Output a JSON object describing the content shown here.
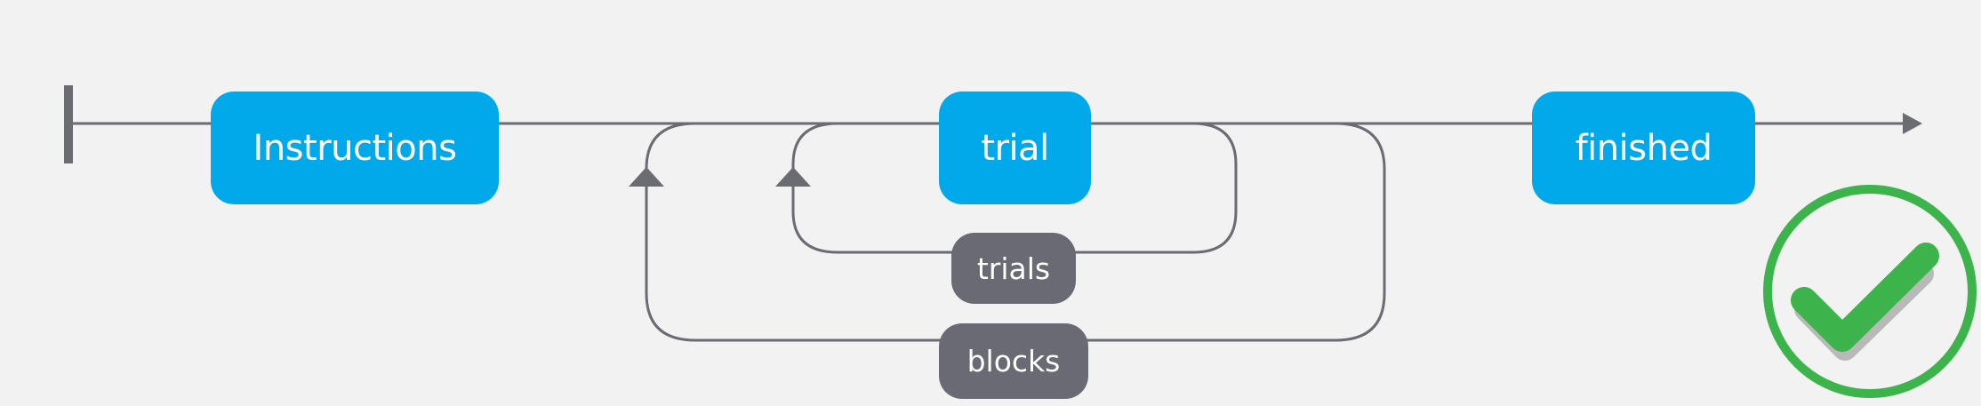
{
  "flow": {
    "routines": [
      {
        "label": "Instructions"
      },
      {
        "label": "trial"
      },
      {
        "label": "finished"
      }
    ],
    "loops": [
      {
        "label": "trials"
      },
      {
        "label": "blocks"
      }
    ]
  },
  "colors": {
    "background": "#f2f2f2",
    "routine": "#02a9ea",
    "loop": "#696a73",
    "wire": "#6b6b72",
    "check": "#3cb44b"
  },
  "icons": {
    "status": "check-circle-icon"
  }
}
